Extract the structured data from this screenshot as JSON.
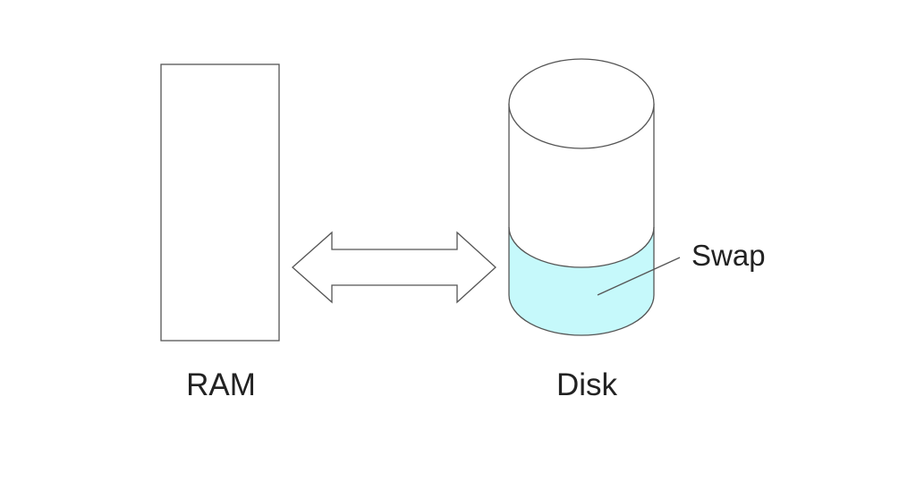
{
  "diagram": {
    "ram_label": "RAM",
    "disk_label": "Disk",
    "swap_label": "Swap"
  },
  "colors": {
    "stroke": "#555555",
    "swap_fill": "#c6f9fb",
    "background": "#ffffff",
    "text": "#222222"
  },
  "icons": {
    "transfer": "double-arrow-icon",
    "storage": "cylinder-icon"
  }
}
